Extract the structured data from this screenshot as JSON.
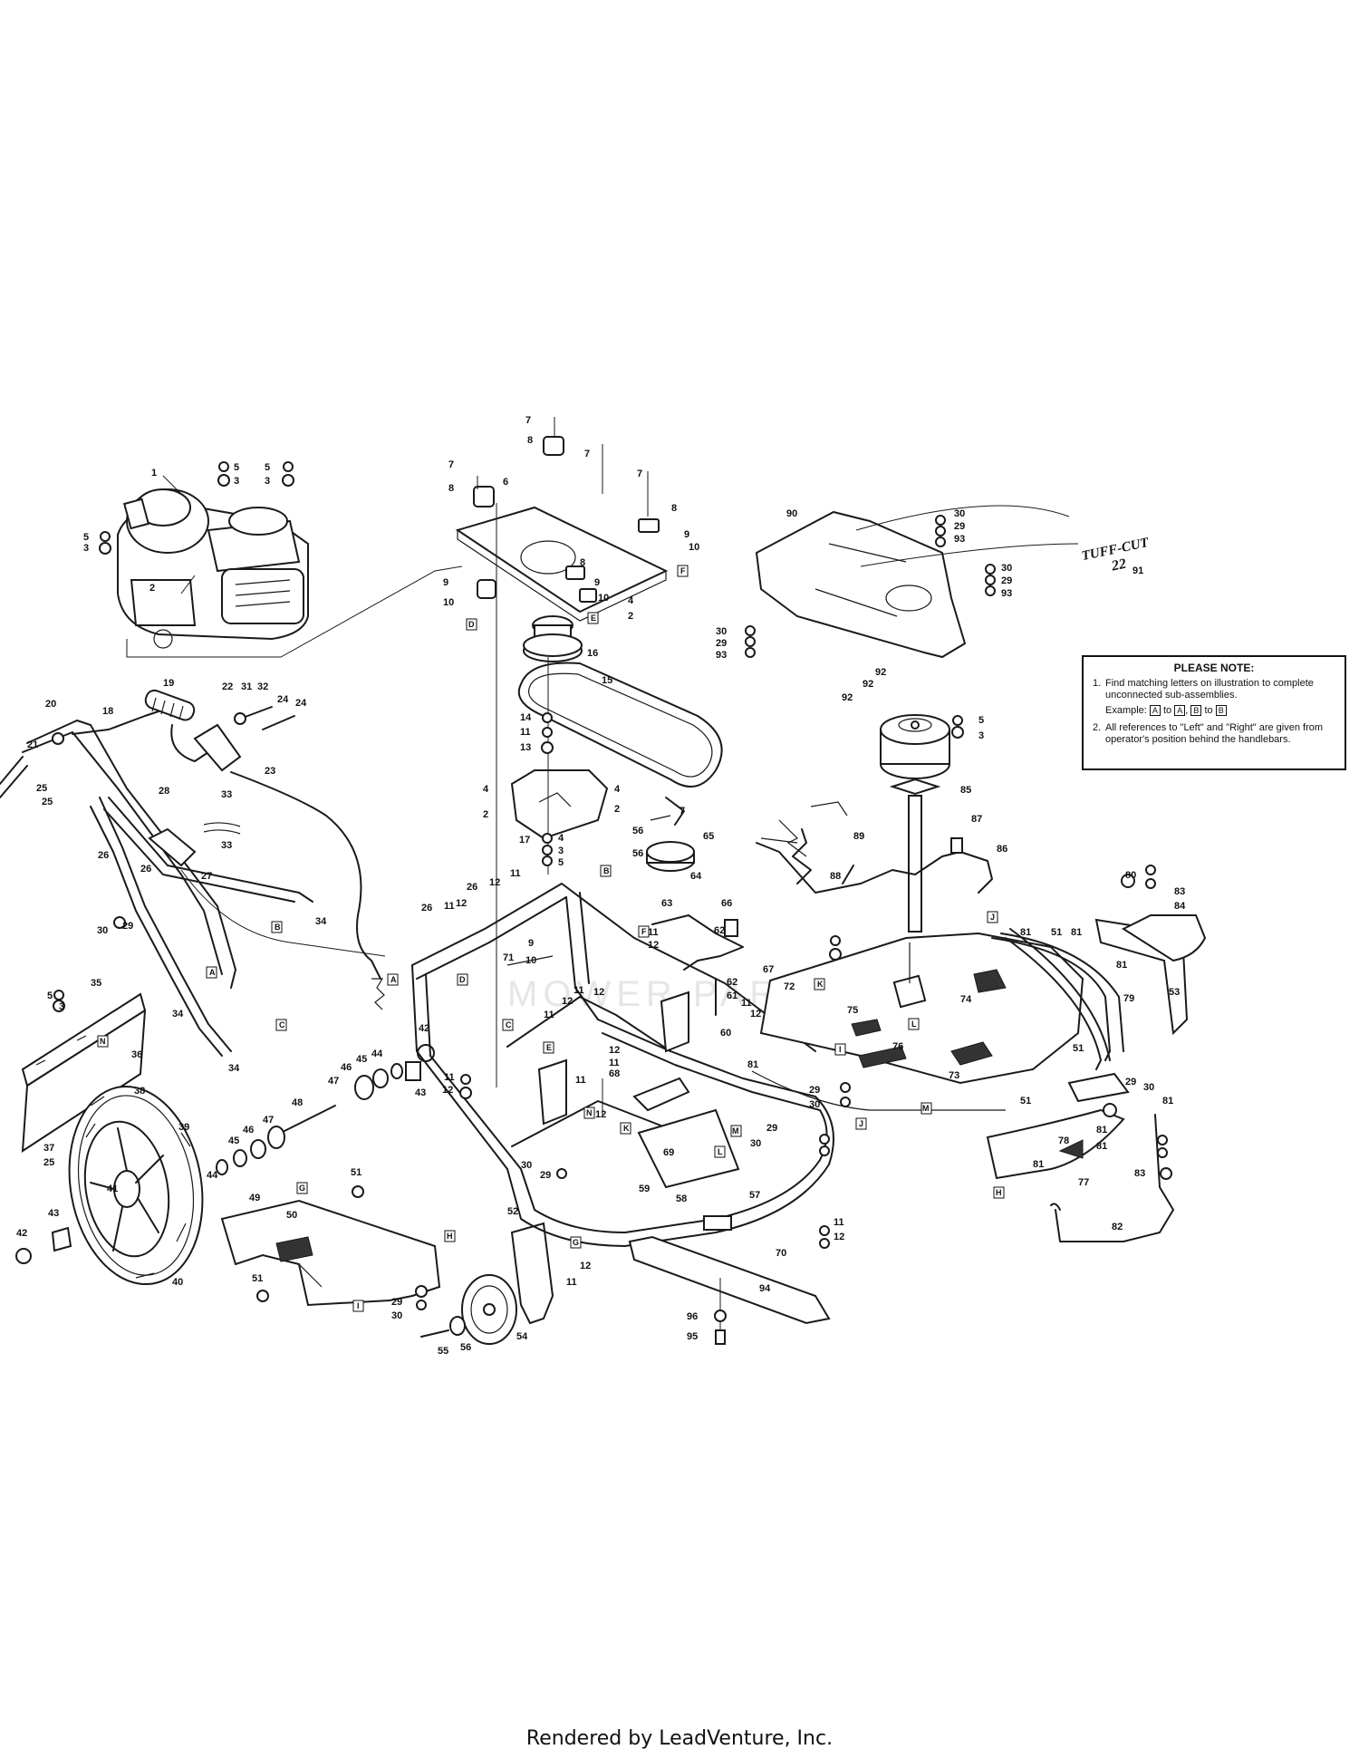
{
  "note": {
    "title": "PLEASE NOTE:",
    "item1_num": "1.",
    "item1": "Find matching letters on illustration to complete unconnected sub-assemblies.",
    "example_prefix": "Example:",
    "example_a1": "A",
    "example_to1": "to",
    "example_a2": "A",
    "example_sep": ",",
    "example_b1": "B",
    "example_to2": "to",
    "example_b2": "B",
    "item2_num": "2.",
    "item2": "All references to \"Left\" and \"Right\" are given from operator's position behind the handlebars."
  },
  "logo": {
    "line1": "TUFF-CUT",
    "line2": "22"
  },
  "footer": "Rendered by LeadVenture, Inc.",
  "callouts": {
    "c1": "1",
    "c2": "2",
    "c3": "3",
    "c4": "4",
    "c5": "5",
    "c6": "6",
    "c7": "7",
    "c8": "8",
    "c9": "9",
    "c10": "10",
    "c11": "11",
    "c12": "12",
    "c13": "13",
    "c14": "14",
    "c15": "15",
    "c16": "16",
    "c17": "17",
    "c18": "18",
    "c19": "19",
    "c20": "20",
    "c21": "21",
    "c22": "22",
    "c23": "23",
    "c24": "24",
    "c25": "25",
    "c26": "26",
    "c27": "27",
    "c28": "28",
    "c29": "29",
    "c30": "30",
    "c31": "31",
    "c32": "32",
    "c33": "33",
    "c34": "34",
    "c35": "35",
    "c36": "36",
    "c37": "37",
    "c38": "38",
    "c39": "39",
    "c40": "40",
    "c41": "41",
    "c42": "42",
    "c43": "43",
    "c44": "44",
    "c45": "45",
    "c46": "46",
    "c47": "47",
    "c48": "48",
    "c49": "49",
    "c50": "50",
    "c51": "51",
    "c52": "52",
    "c53": "53",
    "c54": "54",
    "c55": "55",
    "c56": "56",
    "c57": "57",
    "c58": "58",
    "c59": "59",
    "c60": "60",
    "c61": "61",
    "c62": "62",
    "c63": "63",
    "c64": "64",
    "c65": "65",
    "c66": "66",
    "c67": "67",
    "c68": "68",
    "c69": "69",
    "c70": "70",
    "c71": "71",
    "c72": "72",
    "c73": "73",
    "c74": "74",
    "c75": "75",
    "c76": "76",
    "c77": "77",
    "c78": "78",
    "c79": "79",
    "c80": "80",
    "c81": "81",
    "c82": "82",
    "c83": "83",
    "c84": "84",
    "c85": "85",
    "c86": "86",
    "c87": "87",
    "c88": "88",
    "c89": "89",
    "c90": "90",
    "c91": "91",
    "c92": "92",
    "c93": "93",
    "c94": "94",
    "c95": "95",
    "c96": "96"
  },
  "refs": {
    "A": "A",
    "B": "B",
    "C": "C",
    "D": "D",
    "E": "E",
    "F": "F",
    "G": "G",
    "H": "H",
    "I": "I",
    "J": "J",
    "K": "K",
    "L": "L",
    "M": "M",
    "N": "N"
  }
}
